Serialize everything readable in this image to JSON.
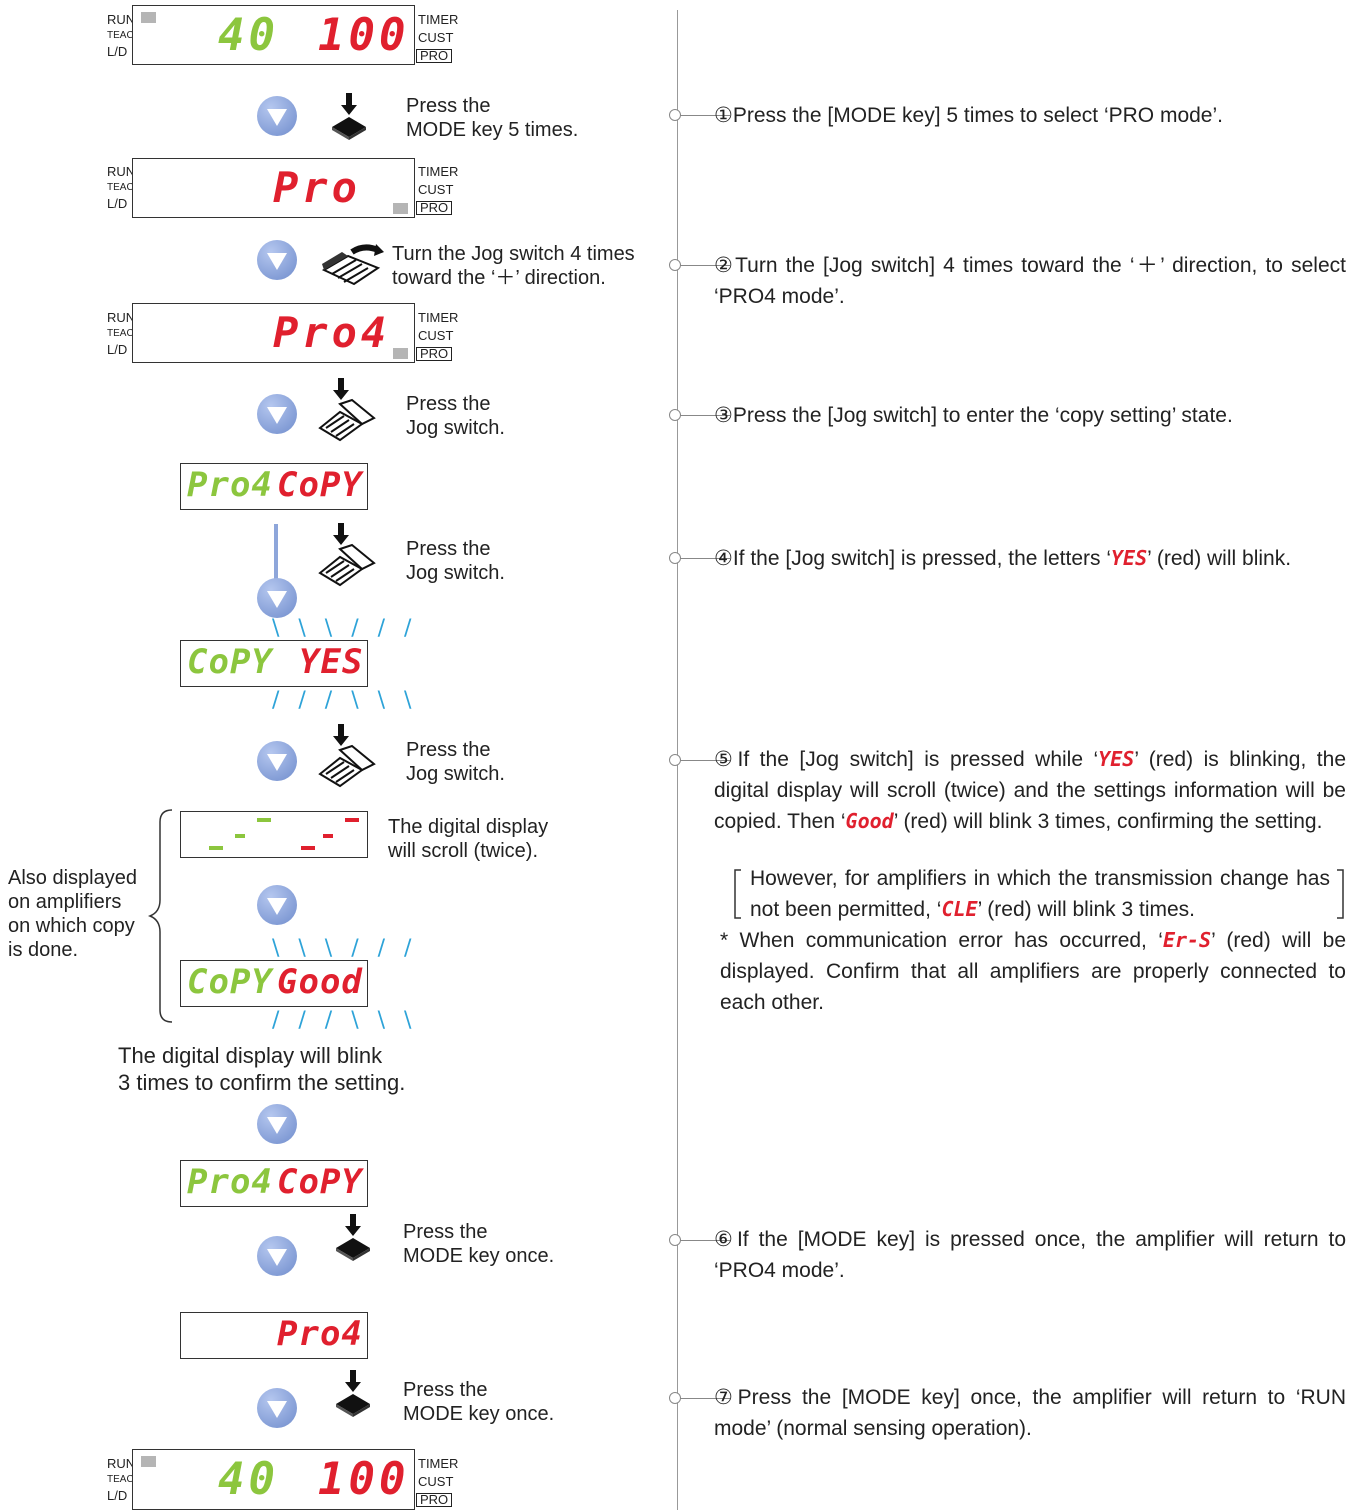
{
  "lcd_labels": {
    "run": "RUN",
    "teach": "TEACH",
    "ld": "L/D",
    "timer": "TIMER",
    "cust": "CUST",
    "pro": "PRO"
  },
  "displays": {
    "d1": {
      "left": "40",
      "right": "100"
    },
    "d2": {
      "right": "Pro"
    },
    "d3": {
      "right": "Pro4"
    },
    "d4": {
      "left": "Pro4",
      "right": "CoPY"
    },
    "d5": {
      "left": "CoPY",
      "right": "YES"
    },
    "d6": {
      "left": "- -",
      "right": "- -"
    },
    "d7": {
      "left": "CoPY",
      "right": "Good"
    },
    "d8": {
      "left": "Pro4",
      "right": "CoPY"
    },
    "d9": {
      "right": "Pro4"
    },
    "d10": {
      "left": "40",
      "right": "100"
    }
  },
  "actions": {
    "a1": [
      "Press the",
      "MODE key 5 times."
    ],
    "a2": [
      "Turn the Jog switch 4 times",
      "toward the ‘＋’ direction."
    ],
    "a3": [
      "Press the",
      "Jog switch."
    ],
    "a4": [
      "Press the",
      "Jog switch."
    ],
    "a5": [
      "Press the",
      "Jog switch."
    ],
    "a6": [
      "Press the",
      "MODE key once."
    ],
    "a7": [
      "Press the",
      "MODE key once."
    ]
  },
  "scroll_note": [
    "The digital display",
    "will scroll (twice)."
  ],
  "blink_note": [
    "The digital display will blink",
    "3 times to confirm the setting."
  ],
  "side_note": [
    "Also displayed",
    "on amplifiers",
    "on which copy",
    "is done."
  ],
  "steps": {
    "s1": "①Press the [MODE key] 5 times to select ‘PRO mode’.",
    "s2": "②Turn the [Jog switch] 4 times toward the ‘＋’ direction, to select ‘PRO4 mode’.",
    "s3": "③Press the [Jog switch] to enter the ‘copy setting’ state.",
    "s4a": "④If the [Jog switch] is pressed, the letters ‘",
    "s4code": "YES",
    "s4b": "’ (red) will blink.",
    "s5a": "⑤If the [Jog switch] is pressed while ‘",
    "s5code1": "YES",
    "s5b": "’ (red) is blinking, the digital display will scroll (twice) and the settings information will be copied. Then ‘",
    "s5code2": "Good",
    "s5c": "’ (red) will blink 3 times, confirming the setting.",
    "s5d_a": "However, for amplifiers in which the transmission change has not been permitted, ‘",
    "s5d_code": "CLE",
    "s5d_b": "’ (red) will blink 3 times.",
    "s5e_a": "* When communication error has occurred, ‘",
    "s5e_code": "Er-S",
    "s5e_b": "’ (red) will be displayed. Confirm that all amplifiers are properly connected to each other.",
    "s6": "⑥If the [MODE key] is pressed once, the amplifier will return to ‘PRO4 mode’.",
    "s7": "⑦Press the [MODE key] once, the amplifier will return to ‘RUN mode’ (normal sensing operation)."
  },
  "colors": {
    "red": "#e0202e",
    "green": "#8cc63e",
    "arrow": "#7a96d2",
    "blink": "#2ea3d8"
  }
}
